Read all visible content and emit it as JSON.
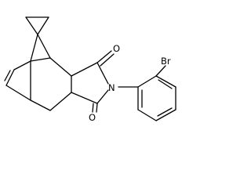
{
  "structure": {
    "atoms": {
      "o_top": "O",
      "o_bottom": "O",
      "n": "N",
      "br": "Br"
    },
    "colors": {
      "bond": "#000000",
      "label": "#000000",
      "background": "#ffffff"
    }
  }
}
